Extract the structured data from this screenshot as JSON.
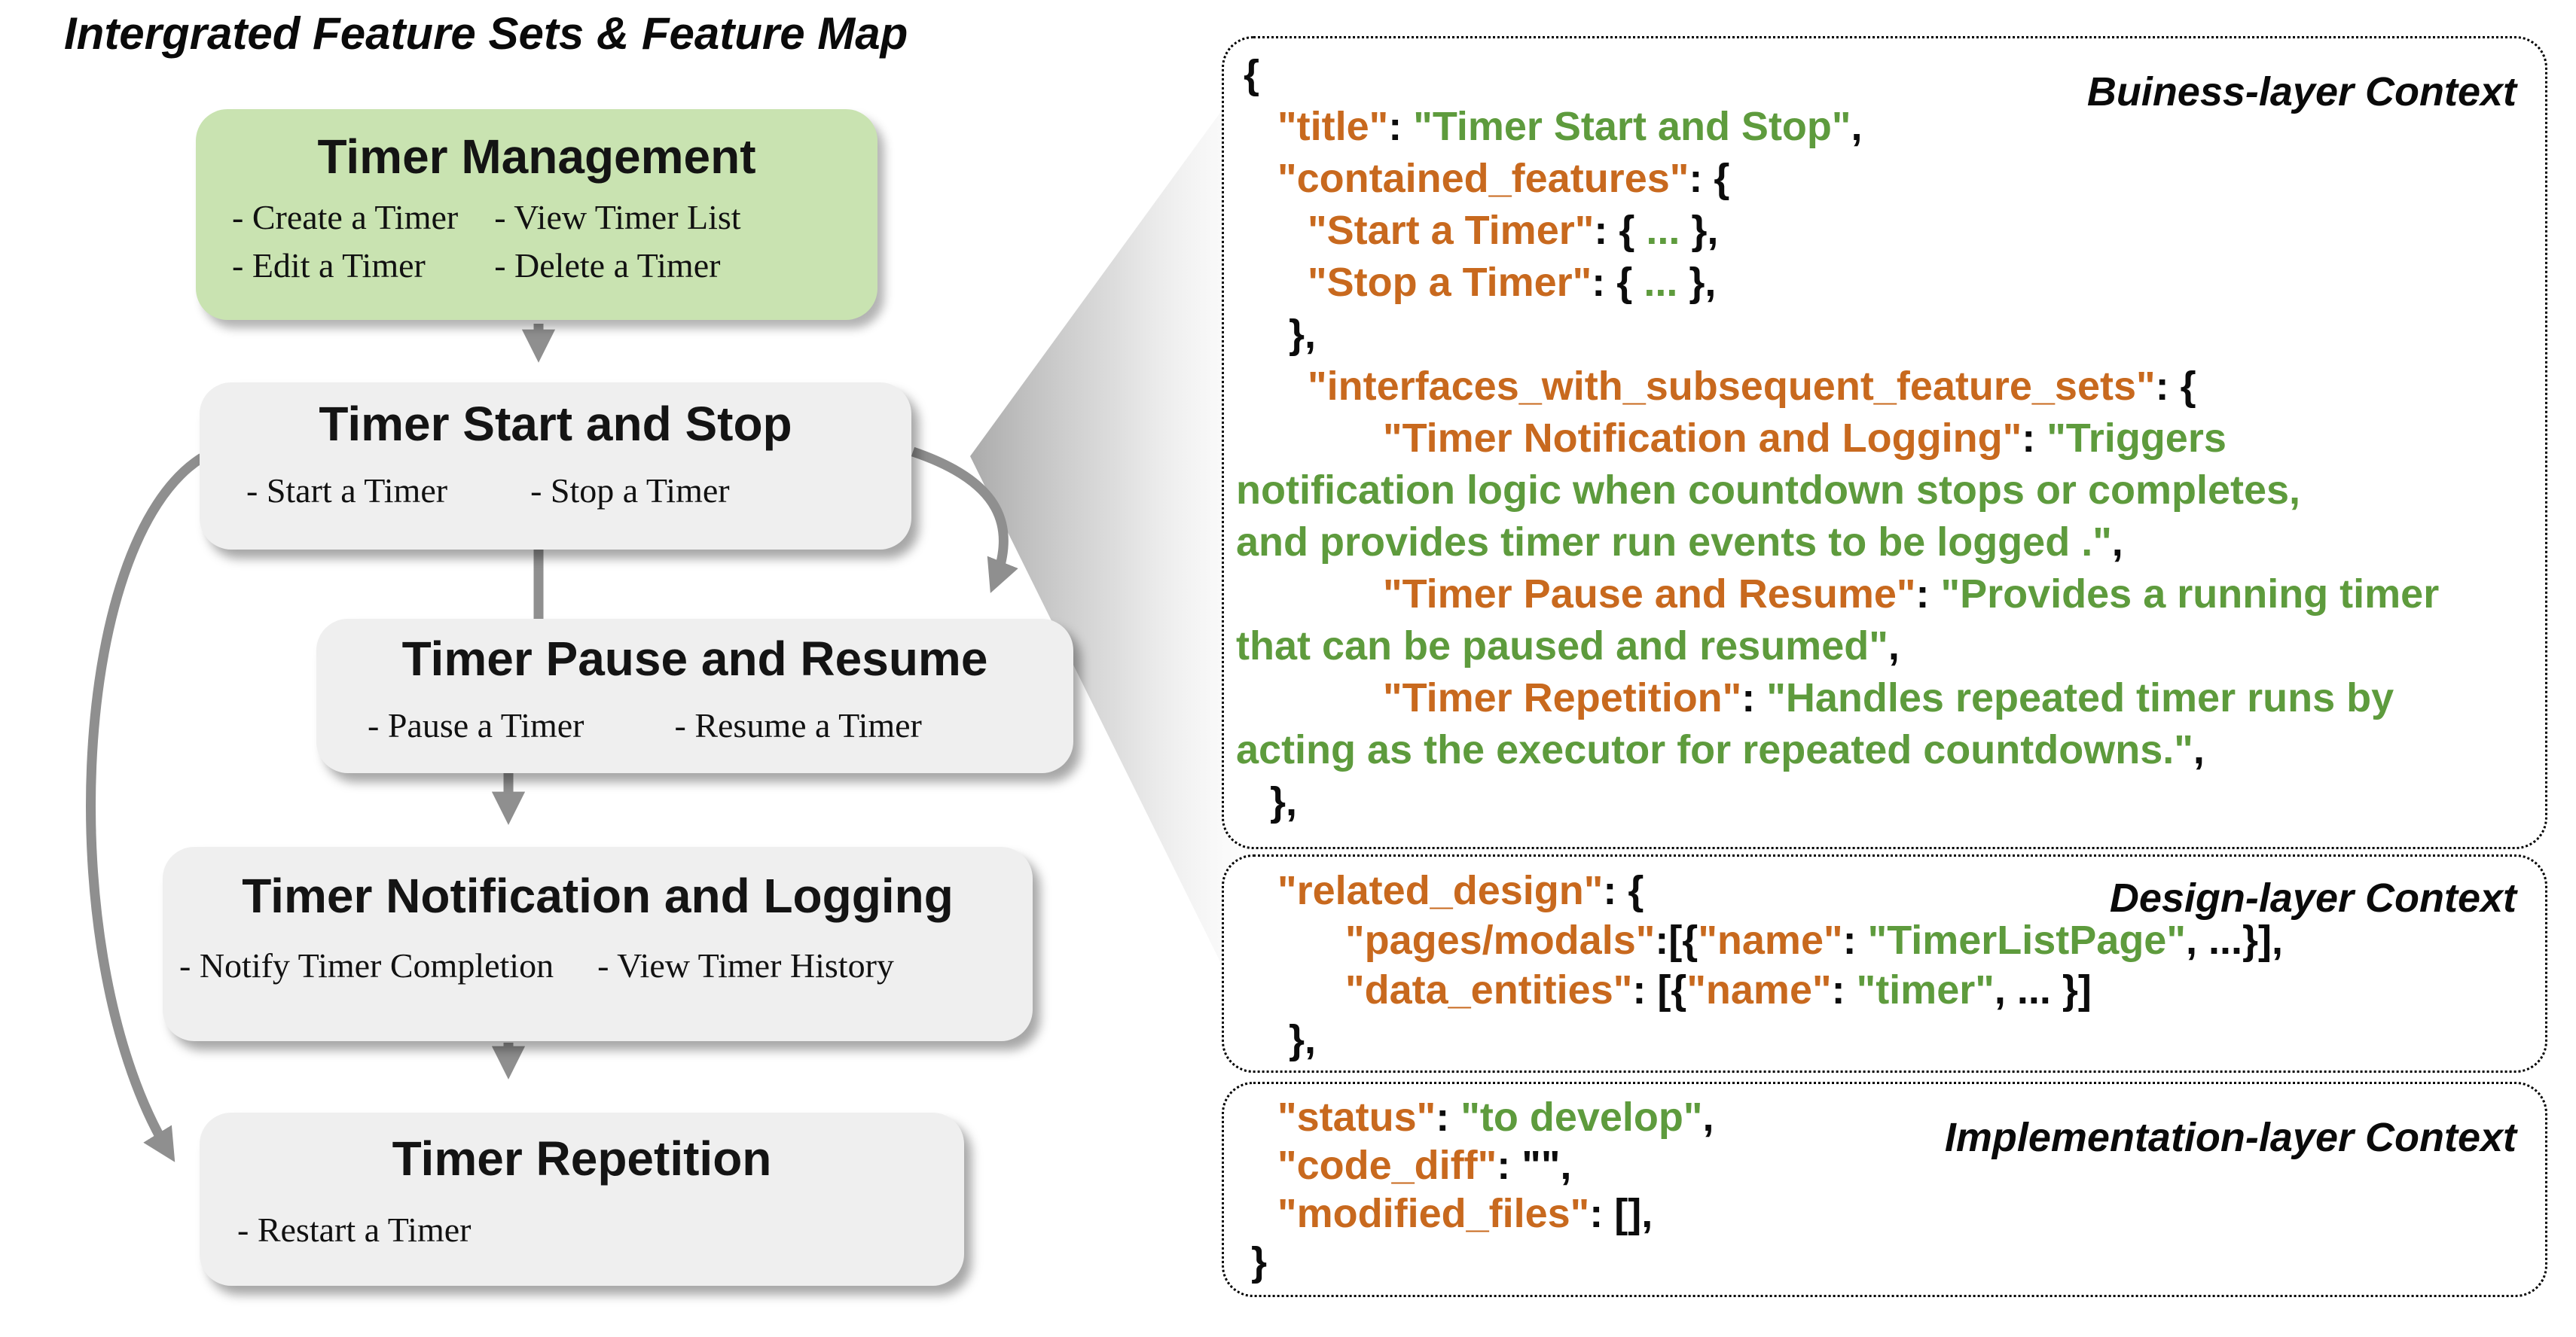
{
  "figure_title": "Intergrated Feature Sets & Feature Map",
  "colors": {
    "key": "#c8691e",
    "value": "#5e9b3d",
    "punctuation": "#0c0c0c",
    "highlight_box_fill": "#c9e3b1",
    "box_fill": "#efefef",
    "arrow": "#8f8f8f"
  },
  "flowchart": {
    "boxes": [
      {
        "title": "Timer Management",
        "bullets": [
          "- Create a Timer",
          "- View Timer List",
          "- Edit a Timer",
          "- Delete a Timer"
        ]
      },
      {
        "title": "Timer Start and Stop",
        "bullets": [
          "- Start a Timer",
          "- Stop a Timer"
        ]
      },
      {
        "title": "Timer Pause and Resume",
        "bullets": [
          "- Pause a Timer",
          "- Resume a Timer"
        ]
      },
      {
        "title": "Timer Notification and Logging",
        "bullets": [
          "- Notify Timer Completion",
          "- View Timer History"
        ]
      },
      {
        "title": "Timer Repetition",
        "bullets": [
          "- Restart a Timer"
        ]
      }
    ]
  },
  "panels": [
    {
      "label": "Buiness-layer Context",
      "lines": [
        {
          "ind": 10,
          "seg": [
            {
              "t": "{",
              "c": "p"
            }
          ]
        },
        {
          "ind": 55,
          "seg": [
            {
              "t": "\"title\"",
              "c": "k"
            },
            {
              "t": ": ",
              "c": "p"
            },
            {
              "t": "\"Timer Start and Stop\"",
              "c": "v"
            },
            {
              "t": ",",
              "c": "p"
            }
          ]
        },
        {
          "ind": 55,
          "seg": [
            {
              "t": "\"contained_features\"",
              "c": "k"
            },
            {
              "t": ": {",
              "c": "p"
            }
          ]
        },
        {
          "ind": 95,
          "seg": [
            {
              "t": "\"Start a Timer\"",
              "c": "k"
            },
            {
              "t": ": { ",
              "c": "p"
            },
            {
              "t": "...",
              "c": "v"
            },
            {
              "t": " },",
              "c": "p"
            }
          ]
        },
        {
          "ind": 95,
          "seg": [
            {
              "t": "\"Stop a Timer\"",
              "c": "k"
            },
            {
              "t": ": { ",
              "c": "p"
            },
            {
              "t": "...",
              "c": "v"
            },
            {
              "t": " },",
              "c": "p"
            }
          ]
        },
        {
          "ind": 70,
          "seg": [
            {
              "t": "},",
              "c": "p"
            }
          ]
        },
        {
          "ind": 95,
          "seg": [
            {
              "t": "\"interfaces_with_subsequent_feature_sets\"",
              "c": "k"
            },
            {
              "t": ": {",
              "c": "p"
            }
          ]
        },
        {
          "ind": 195,
          "seg": [
            {
              "t": "\"Timer Notification and Logging\"",
              "c": "k"
            },
            {
              "t": ": ",
              "c": "p"
            },
            {
              "t": "\"Triggers",
              "c": "v"
            }
          ]
        },
        {
          "ind": 0,
          "seg": [
            {
              "t": "notification logic when countdown stops or completes,",
              "c": "v"
            }
          ]
        },
        {
          "ind": 0,
          "seg": [
            {
              "t": "and provides timer run events to be logged .\"",
              "c": "v"
            },
            {
              "t": ",",
              "c": "p"
            }
          ]
        },
        {
          "ind": 195,
          "seg": [
            {
              "t": "\"Timer Pause and Resume\"",
              "c": "k"
            },
            {
              "t": ": ",
              "c": "p"
            },
            {
              "t": "\"Provides a running timer",
              "c": "v"
            }
          ]
        },
        {
          "ind": 0,
          "seg": [
            {
              "t": "that can be paused and resumed\"",
              "c": "v"
            },
            {
              "t": ",",
              "c": "p"
            }
          ]
        },
        {
          "ind": 195,
          "seg": [
            {
              "t": "\"Timer Repetition\"",
              "c": "k"
            },
            {
              "t": ": ",
              "c": "p"
            },
            {
              "t": "\"Handles repeated timer runs by",
              "c": "v"
            }
          ]
        },
        {
          "ind": 0,
          "seg": [
            {
              "t": "acting as the executor for repeated countdowns.\"",
              "c": "v"
            },
            {
              "t": ",",
              "c": "p"
            }
          ]
        },
        {
          "ind": 45,
          "seg": [
            {
              "t": "},",
              "c": "p"
            }
          ]
        }
      ]
    },
    {
      "label": "Design-layer Context",
      "lines": [
        {
          "ind": 55,
          "seg": [
            {
              "t": "\"related_design\"",
              "c": "k"
            },
            {
              "t": ": {",
              "c": "p"
            }
          ]
        },
        {
          "ind": 145,
          "seg": [
            {
              "t": "\"pages/modals\"",
              "c": "k"
            },
            {
              "t": ":[{",
              "c": "p"
            },
            {
              "t": "\"name\"",
              "c": "k"
            },
            {
              "t": ": ",
              "c": "p"
            },
            {
              "t": "\"TimerListPage\"",
              "c": "v"
            },
            {
              "t": ", ...}],",
              "c": "p"
            }
          ]
        },
        {
          "ind": 145,
          "seg": [
            {
              "t": "\"data_entities\"",
              "c": "k"
            },
            {
              "t": ": [{",
              "c": "p"
            },
            {
              "t": "\"name\"",
              "c": "k"
            },
            {
              "t": ": ",
              "c": "p"
            },
            {
              "t": "\"timer\"",
              "c": "v"
            },
            {
              "t": ", ... }]",
              "c": "p"
            }
          ]
        },
        {
          "ind": 70,
          "seg": [
            {
              "t": "},",
              "c": "p"
            }
          ]
        }
      ]
    },
    {
      "label": "Implementation-layer Context",
      "lines": [
        {
          "ind": 55,
          "seg": [
            {
              "t": "\"status\"",
              "c": "k"
            },
            {
              "t": ": ",
              "c": "p"
            },
            {
              "t": "\"to develop\"",
              "c": "v"
            },
            {
              "t": ",",
              "c": "p"
            }
          ]
        },
        {
          "ind": 55,
          "seg": [
            {
              "t": "\"code_diff\"",
              "c": "k"
            },
            {
              "t": ": \"\",",
              "c": "p"
            }
          ]
        },
        {
          "ind": 55,
          "seg": [
            {
              "t": "\"modified_files\"",
              "c": "k"
            },
            {
              "t": ": [],",
              "c": "p"
            }
          ]
        },
        {
          "ind": 20,
          "seg": [
            {
              "t": "}",
              "c": "p"
            }
          ]
        }
      ]
    }
  ]
}
